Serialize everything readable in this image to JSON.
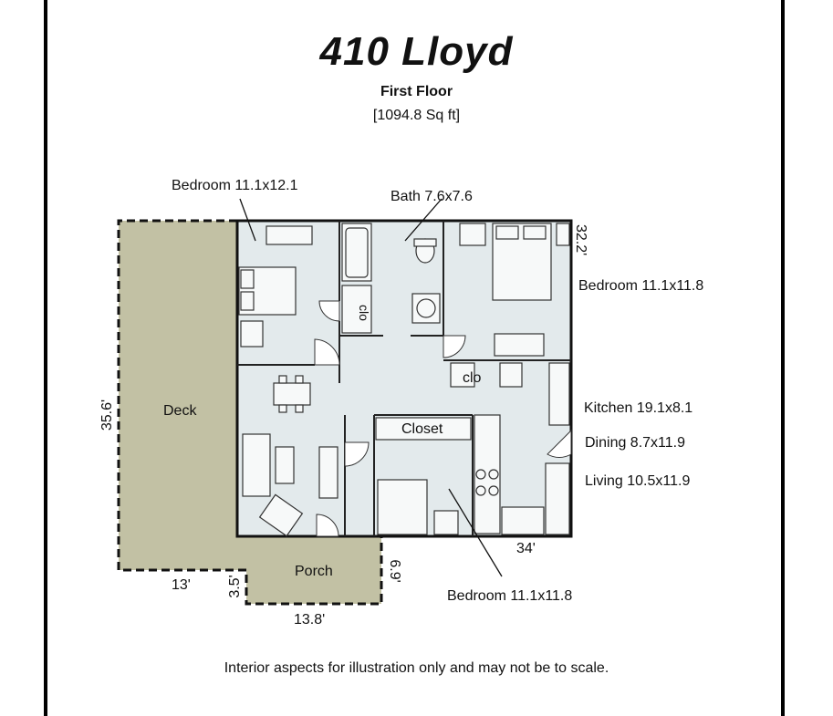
{
  "header": {
    "title": "410 Lloyd",
    "subtitle": "First Floor",
    "area": "[1094.8 Sq ft]"
  },
  "rooms": {
    "bedroom_nw": "Bedroom 11.1x12.1",
    "bath": "Bath 7.6x7.6",
    "bedroom_ne": "Bedroom 11.1x11.8",
    "kitchen": "Kitchen 19.1x8.1",
    "dining": "Dining 8.7x11.9",
    "living": "Living 10.5x11.9",
    "bedroom_s": "Bedroom 11.1x11.8",
    "deck": "Deck",
    "porch": "Porch",
    "closet": "Closet",
    "clo_bath": "clo",
    "clo_center": "clo"
  },
  "dimensions": {
    "height_right": "32.2'",
    "width_bottom": "34'",
    "deck_height": "35.6'",
    "deck_width": "13'",
    "porch_step": "3.5'",
    "porch_width": "13.8'",
    "porch_height": "6.9'"
  },
  "footer": {
    "disclaimer": "Interior aspects for illustration only and may not be to scale."
  },
  "colors": {
    "deck_fill": "#c2c1a4",
    "interior_fill": "#e3eaec",
    "wall": "#111111"
  }
}
